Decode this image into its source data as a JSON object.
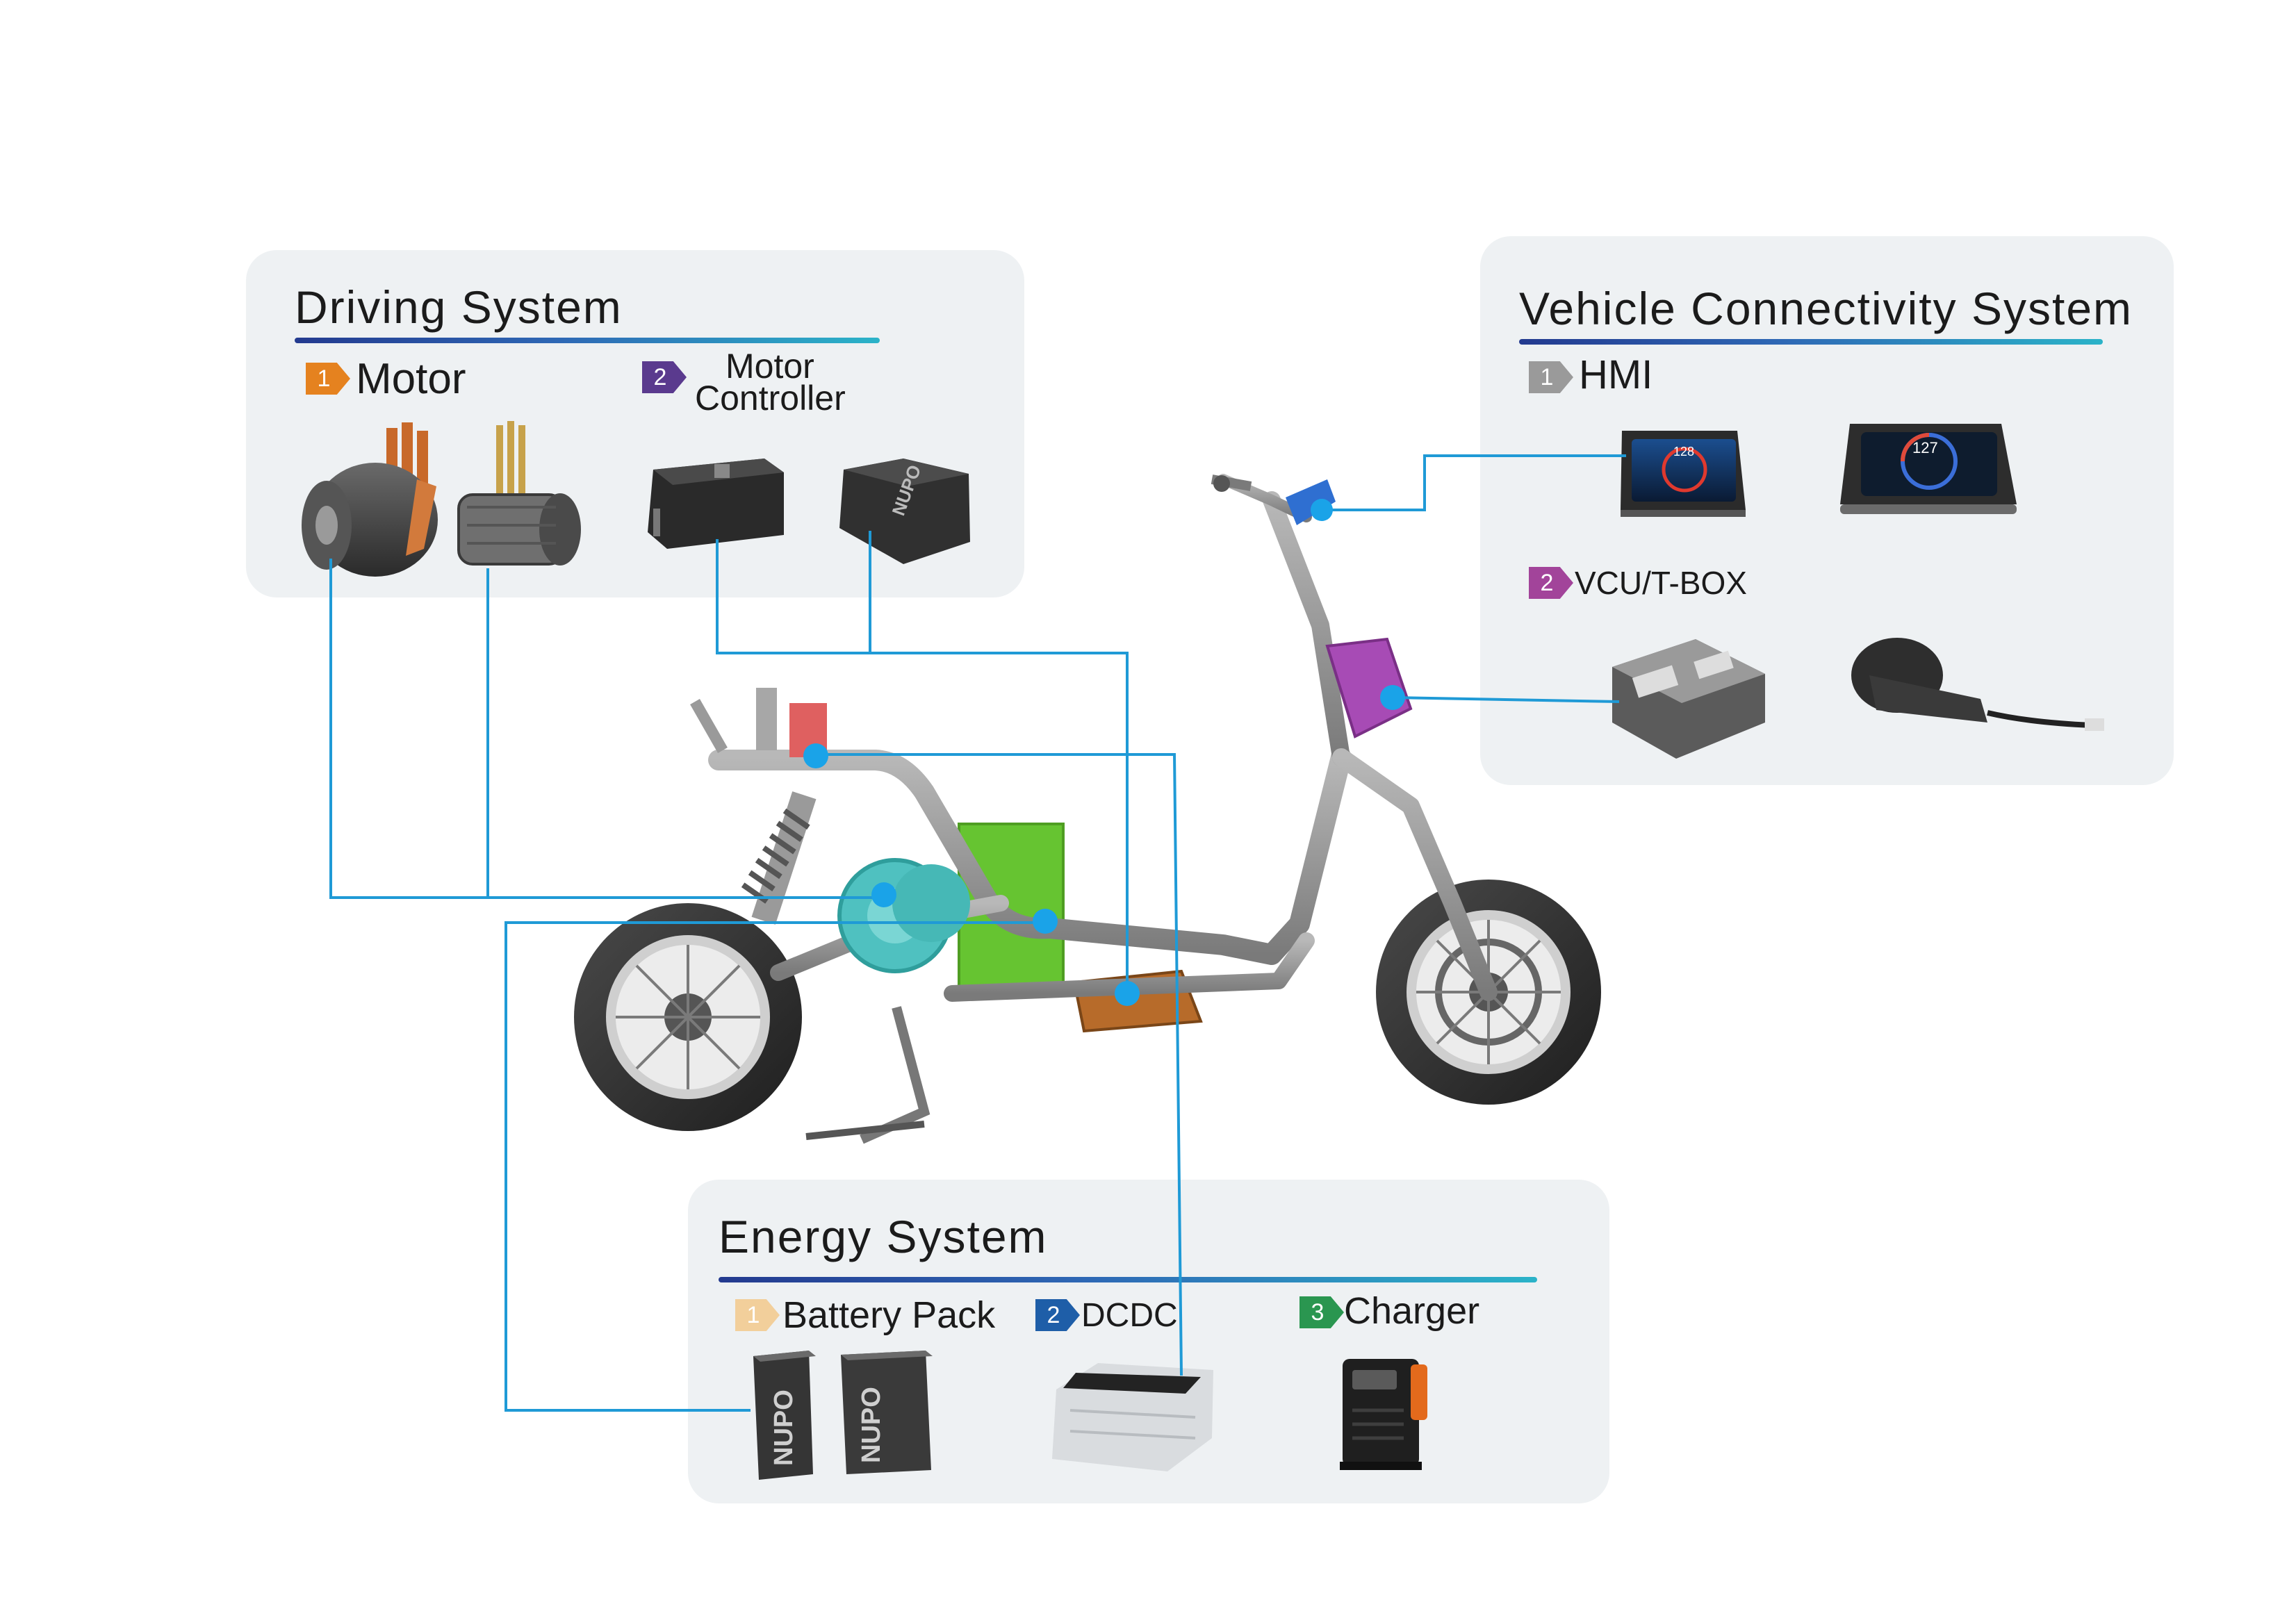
{
  "colors": {
    "panel": "#eef1f3",
    "connector": "#1f9ad6",
    "dot": "#1aa3e8",
    "badge_orange": "#e5821f",
    "badge_purple": "#5a3a8e",
    "badge_gray": "#9a9a9a",
    "badge_magenta": "#a2449a",
    "badge_beige": "#f2cf9b",
    "badge_blue": "#1e5ea8",
    "badge_green": "#2a9650"
  },
  "driving": {
    "title": "Driving  System",
    "items": [
      {
        "num": "1",
        "label": "Motor"
      },
      {
        "num": "2",
        "label_line1": "Motor",
        "label_line2": "Controller"
      }
    ]
  },
  "connectivity": {
    "title": "Vehicle  Connectivity  System",
    "items": [
      {
        "num": "1",
        "label": "HMI"
      },
      {
        "num": "2",
        "label": "VCU/T-BOX"
      }
    ]
  },
  "energy": {
    "title": "Energy  System",
    "items": [
      {
        "num": "1",
        "label": "Battery  Pack"
      },
      {
        "num": "2",
        "label": "DCDC"
      },
      {
        "num": "3",
        "label": "Charger"
      }
    ]
  },
  "hmi_readouts": [
    "128",
    "127"
  ],
  "brand_marks": [
    "NUPO",
    "NUPO",
    "NUPO"
  ]
}
